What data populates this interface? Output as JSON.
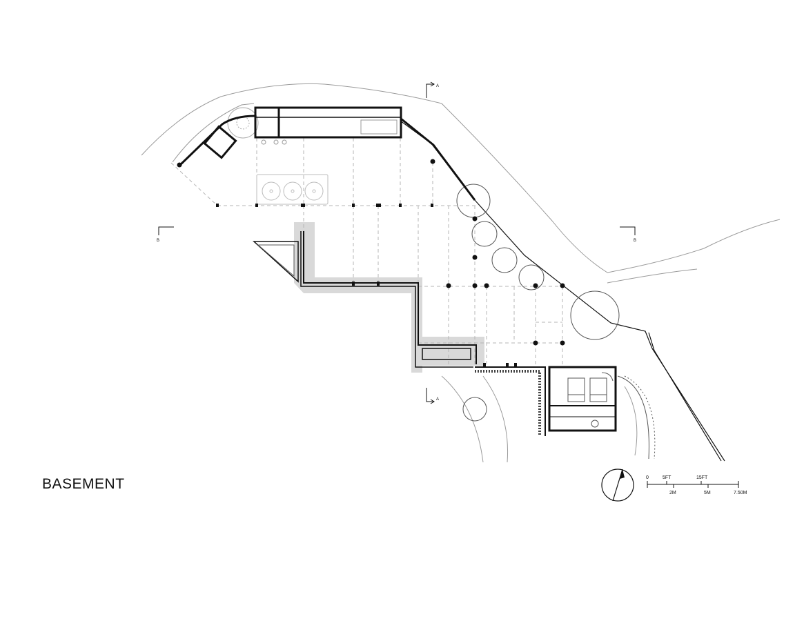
{
  "drawing": {
    "title": "BASEMENT",
    "section_markers": [
      {
        "id": "A",
        "label": "A"
      },
      {
        "id": "B",
        "label": "B"
      }
    ],
    "scale_bar": {
      "feet_labels": [
        "0",
        "5FT",
        "15FT"
      ],
      "meter_labels": [
        "2M",
        "5M",
        "7.50M"
      ]
    },
    "north_arrow": {
      "icon": "north-arrow-icon"
    }
  },
  "colors": {
    "line": "#111111",
    "site_line": "#9a9a9a",
    "hidden_line": "#b5b5b5",
    "wall_fill": "#d9d9d9"
  }
}
